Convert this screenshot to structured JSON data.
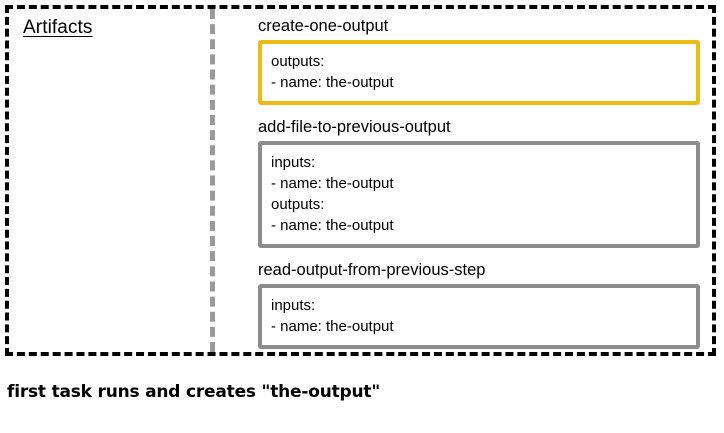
{
  "panel": {
    "title": "Artifacts",
    "border_color": "#000000",
    "divider_color": "#9a9a9a"
  },
  "steps": [
    {
      "name": "create-one-output",
      "accent": true,
      "border_color": "#edbc12",
      "lines": [
        "outputs:",
        "- name: the-output"
      ]
    },
    {
      "name": "add-file-to-previous-output",
      "accent": false,
      "border_color": "#8c8c8c",
      "lines": [
        "inputs:",
        "- name: the-output",
        "outputs:",
        "- name: the-output"
      ]
    },
    {
      "name": "read-output-from-previous-step",
      "accent": false,
      "border_color": "#8c8c8c",
      "lines": [
        "inputs:",
        "- name: the-output"
      ]
    }
  ],
  "caption": "first task runs and creates \"the-output\""
}
